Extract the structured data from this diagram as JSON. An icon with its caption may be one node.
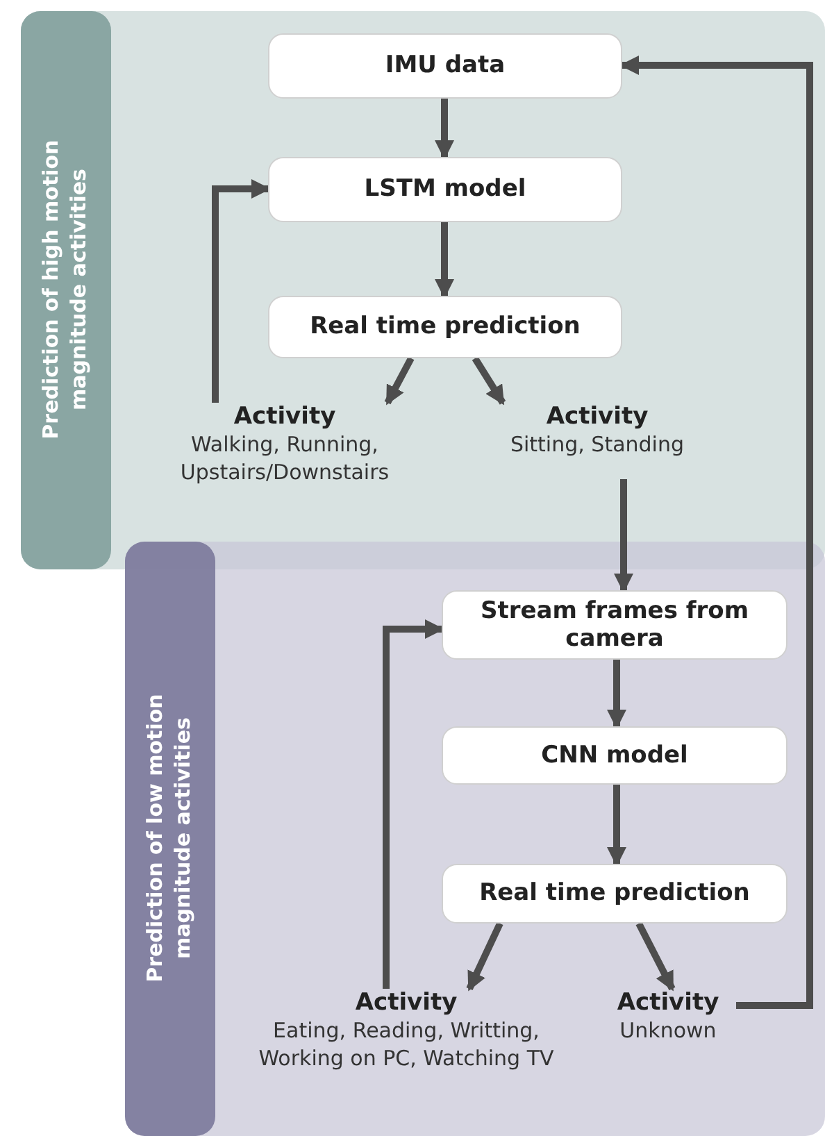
{
  "diagram": {
    "nodes": [
      {
        "text": [
          "Prediction of high motion magnitude activities"
        ]
      },
      {
        "text": [
          "IMU data"
        ],
        "in": 0
      },
      {
        "text": [
          "LSTM model"
        ],
        "in": 0
      },
      {
        "text": [
          "Real time prediction"
        ],
        "in": 0
      },
      {
        "text": [
          "Activity",
          "Walking, Running, Upstairs/Downstairs"
        ],
        "in": 0
      },
      {
        "text": [
          "Activity",
          "Sitting, Standing"
        ],
        "in": 0
      },
      {
        "text": [
          "Prediction of low motion magnitude activities"
        ]
      },
      {
        "text": [
          "Stream frames from camera"
        ],
        "in": 6
      },
      {
        "text": [
          "CNN model"
        ],
        "in": 6
      },
      {
        "text": [
          "Real time prediction"
        ],
        "in": 6
      },
      {
        "text": [
          "Activity",
          "Eating, Reading, Writting, Working on PC, Watching TV"
        ],
        "in": 6
      },
      {
        "text": [
          "Activity",
          "Unknown"
        ],
        "in": 6
      }
    ],
    "edges": [
      {
        "from": 1,
        "to": 2,
        "arrow": "to"
      },
      {
        "from": 2,
        "to": 3,
        "arrow": "to"
      },
      {
        "from": 3,
        "to": 4,
        "arrow": "to"
      },
      {
        "from": 3,
        "to": 5,
        "arrow": "to"
      },
      {
        "from": 4,
        "to": 2,
        "arrow": "to"
      },
      {
        "from": 5,
        "to": 7,
        "arrow": "to"
      },
      {
        "from": 7,
        "to": 8,
        "arrow": "to"
      },
      {
        "from": 8,
        "to": 9,
        "arrow": "to"
      },
      {
        "from": 9,
        "to": 10,
        "arrow": "to"
      },
      {
        "from": 9,
        "to": 11,
        "arrow": "to"
      },
      {
        "from": 10,
        "to": 7,
        "arrow": "to"
      },
      {
        "from": 11,
        "to": 1,
        "arrow": "to"
      }
    ]
  }
}
